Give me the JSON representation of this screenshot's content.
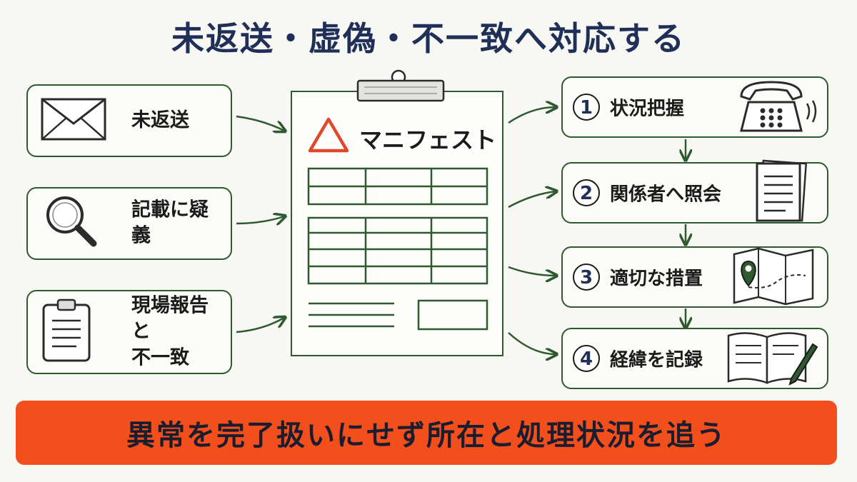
{
  "title": "未返送・虚偽・不一致へ対応する",
  "triggers": [
    {
      "label": "未返送",
      "icon": "envelope-icon"
    },
    {
      "label": "記載に疑義",
      "icon": "magnifier-icon"
    },
    {
      "label_line1": "現場報告と",
      "label_line2": "不一致",
      "icon": "clipboard-icon"
    }
  ],
  "manifest": {
    "title": "マニフェスト",
    "icon": "warning-triangle-icon",
    "accent": "#e0482a"
  },
  "steps": [
    {
      "num": "1",
      "label": "状況把握",
      "icon": "telephone-icon"
    },
    {
      "num": "2",
      "label": "関係者へ照会",
      "icon": "document-icon"
    },
    {
      "num": "3",
      "label": "適切な措置",
      "icon": "map-pin-icon"
    },
    {
      "num": "4",
      "label": "経緯を記録",
      "icon": "notebook-pen-icon"
    }
  ],
  "banner": {
    "text": "異常を完了扱いにせず所在と処理状況を追う",
    "color": "#f24f1d"
  },
  "colors": {
    "line": "#2f5a2f",
    "title": "#1f2f57"
  }
}
